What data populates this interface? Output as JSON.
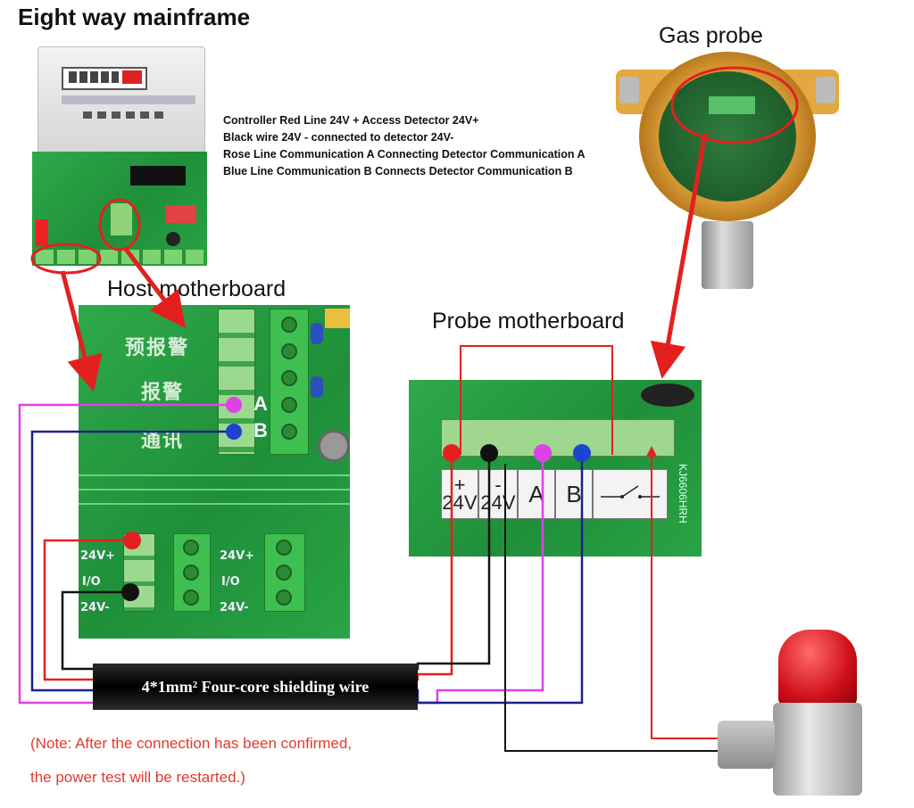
{
  "titles": {
    "mainframe": "Eight way mainframe",
    "gas_probe": "Gas probe",
    "host_motherboard": "Host motherboard",
    "probe_motherboard": "Probe motherboard"
  },
  "instructions": [
    "Controller Red Line 24V + Access Detector 24V+",
    "Black wire 24V - connected to detector 24V-",
    "Rose Line Communication A Connecting Detector Communication A",
    "Blue Line Communication B Connects Detector Communication B"
  ],
  "host_board": {
    "silk_1": "预报警",
    "silk_2": "报警",
    "silk_3": "通讯",
    "label_a": "A",
    "label_b": "B",
    "label_24vp": "24V+",
    "label_io": "I/O",
    "label_24vm": "24V-",
    "label_24vp_2": "24V+",
    "label_io_2": "I/O",
    "label_24vm_2": "24V-"
  },
  "probe_board": {
    "plus": "+",
    "minus": "-",
    "v1": "24V",
    "v2": "24V",
    "a": "A",
    "b": "B",
    "model": "KJ6606HRH"
  },
  "wire_label": "4*1mm² Four-core shielding wire",
  "note": [
    "(Note: After the connection has been confirmed,",
    "the power test will be restarted.)"
  ],
  "colors": {
    "red": "#e4201f",
    "black": "#111111",
    "magenta": "#e040e8",
    "blue": "#1d1f8c",
    "pcb_green": "#23963c",
    "note_red": "#e03a2c"
  }
}
